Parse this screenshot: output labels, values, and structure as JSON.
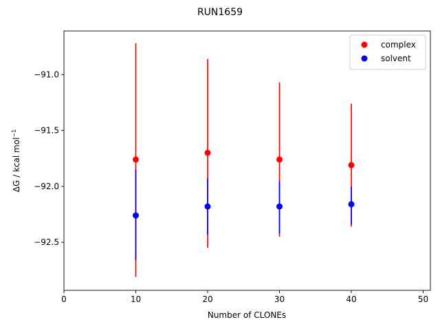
{
  "chart_data": {
    "type": "scatter",
    "title": "RUN1659",
    "xlabel": "Number of CLONEs",
    "ylabel": "ΔG / kcal mol",
    "ylabel_sup": "−1",
    "xlim": [
      0,
      51
    ],
    "ylim": [
      -92.93,
      -90.61
    ],
    "x_ticks": [
      0,
      10,
      20,
      30,
      40,
      50
    ],
    "x_tick_labels": [
      "0",
      "10",
      "20",
      "30",
      "40",
      "50"
    ],
    "y_ticks": [
      -91.0,
      -91.5,
      -92.0,
      -92.5
    ],
    "y_tick_labels": [
      "−91.0",
      "−91.5",
      "−92.0",
      "−92.5"
    ],
    "legend_position": "top-right",
    "grid": false,
    "series": [
      {
        "name": "complex",
        "color": "#ff0000",
        "x": [
          10,
          20,
          30,
          40
        ],
        "y": [
          -91.76,
          -91.7,
          -91.76,
          -91.81
        ],
        "err_low": [
          -92.81,
          -92.55,
          -92.45,
          -92.36
        ],
        "err_high": [
          -90.72,
          -90.86,
          -91.07,
          -91.26
        ]
      },
      {
        "name": "solvent",
        "color": "#0000ff",
        "x": [
          10,
          20,
          30,
          40
        ],
        "y": [
          -92.26,
          -92.18,
          -92.18,
          -92.16
        ],
        "err_low": [
          -92.66,
          -92.43,
          -92.42,
          -92.34
        ],
        "err_high": [
          -91.85,
          -91.93,
          -91.95,
          -92.0
        ]
      }
    ]
  }
}
